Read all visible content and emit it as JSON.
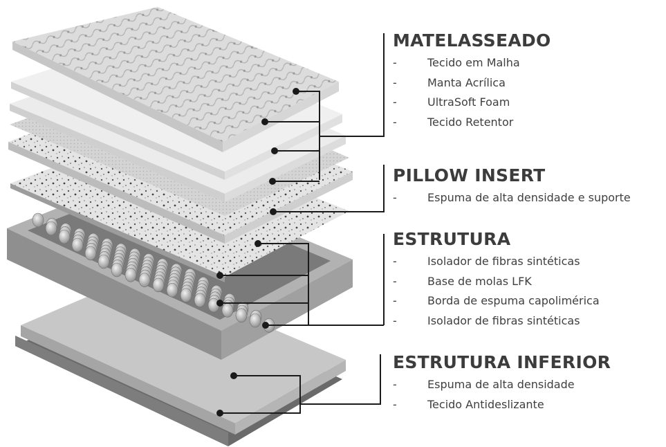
{
  "sections": [
    {
      "title": "MATELASSEADO",
      "items": [
        "Tecido em Malha",
        "Manta Acrílica",
        "UltraSoft Foam",
        "Tecido Retentor"
      ]
    },
    {
      "title": "PILLOW INSERT",
      "items": [
        "Espuma de alta densidade e suporte"
      ]
    },
    {
      "title": "ESTRUTURA",
      "items": [
        "Isolador de fibras sintéticas",
        "Base de molas LFK",
        "Borda de espuma capolimérica",
        "Isolador de fibras sintéticas"
      ]
    },
    {
      "title": "ESTRUTURA INFERIOR",
      "items": [
        "Espuma de alta densidade",
        "Tecido Antideslizante"
      ]
    }
  ],
  "bullet": "-",
  "colors": {
    "text": "#3c3c3c",
    "line": "#1a1a1a",
    "layer_light": "#e9e9e9",
    "layer_mid": "#bdbdbd",
    "layer_dark": "#6e6e6e"
  }
}
